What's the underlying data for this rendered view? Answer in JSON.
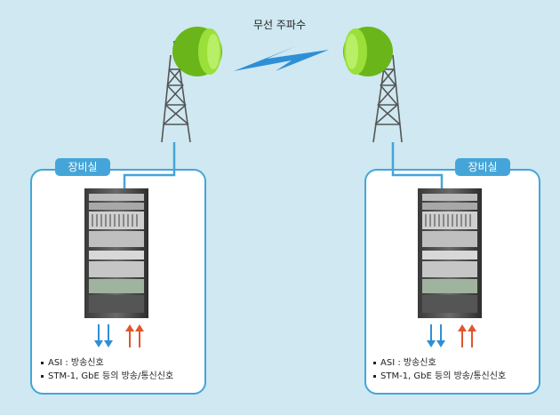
{
  "frequency_label": "무선 주파수",
  "rooms": [
    {
      "label": "장비실",
      "legend": [
        "ASI : 방송신호",
        "STM-1, GbE 등의 방송/통신신호"
      ]
    },
    {
      "label": "장비실",
      "legend": [
        "ASI : 방송신호",
        "STM-1, GbE 등의 방송/통신신호"
      ]
    }
  ],
  "colors": {
    "background": "#cfe8f1",
    "panel_border": "#45a5d8",
    "dish": "#7cc520",
    "down_arrow": "#2f8fd6",
    "up_arrow": "#e0562e",
    "lightning": "#2f8fd6"
  }
}
